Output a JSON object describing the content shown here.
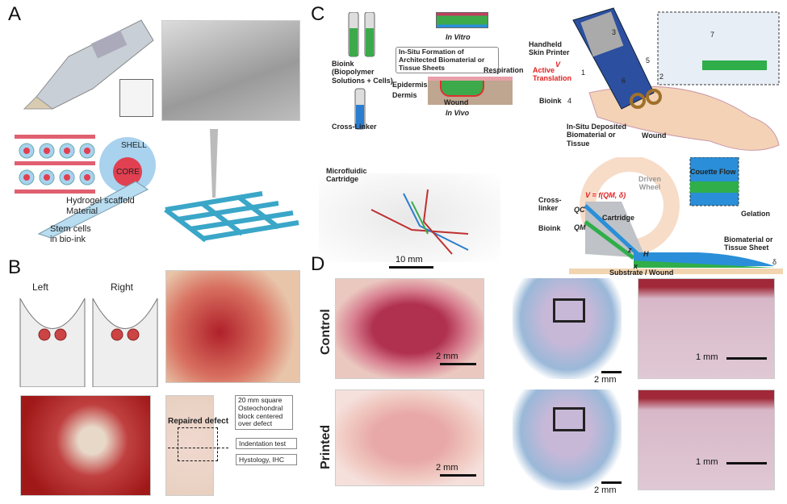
{
  "panels": {
    "a": "A",
    "b": "B",
    "c": "C",
    "d": "D"
  },
  "a": {
    "shell": "SHELL",
    "core": "CORE",
    "hydrogel": "Hydrogel scaffold\nMaterial",
    "stem_cells": "Stem cells\nin bio-ink"
  },
  "b": {
    "left": "Left",
    "right": "Right",
    "repaired": "Repaired defect",
    "block": "20 mm square Osteochondral block centered over defect",
    "indentation": "Indentation test",
    "histology": "Hystology, IHC"
  },
  "c": {
    "bioink": "Bioink (Biopolymer Solutions + Cells)",
    "crosslinker": "Cross-Linker",
    "in_vitro": "In Vitro",
    "in_situ_box": "In-Situ Formation of Architected Biomaterial or Tissue Sheets",
    "respiration": "Respiration",
    "epidermis": "Epidermis",
    "dermis": "Dermis",
    "wound": "Wound",
    "in_vivo": "In Vivo",
    "handheld": "Handheld Skin Printer",
    "v": "V",
    "active": "Active Translation",
    "bioink4": "Bioink",
    "deposited": "In-Situ Deposited Biomaterial or Tissue",
    "wound2": "Wound",
    "numbers": [
      "1",
      "2",
      "3",
      "4",
      "5",
      "6",
      "7"
    ],
    "cartridge_label": "Microfluidic Cartridge",
    "scale_10mm": "10 mm",
    "driven_wheel": "Driven Wheel",
    "velocity_eq": "V = f(QM, δ)",
    "cross_linker2": "Cross-linker",
    "bioink2": "Bioink",
    "qc": "QC",
    "qm": "QM",
    "cartridge": "Cartridge",
    "couette": "Couette Flow",
    "gelation": "Gelation",
    "sheet": "Biomaterial or Tissue Sheet",
    "substrate": "Substrate / Wound",
    "delta": "δ",
    "z": "z",
    "x": "x",
    "h": "H"
  },
  "d": {
    "control": "Control",
    "printed": "Printed",
    "s2mm": "2 mm",
    "s1mm": "1 mm"
  },
  "colors": {
    "blue": "#2a8fd8",
    "green": "#2fae4a",
    "red": "#e02020",
    "skin": "#f3d2b6"
  }
}
